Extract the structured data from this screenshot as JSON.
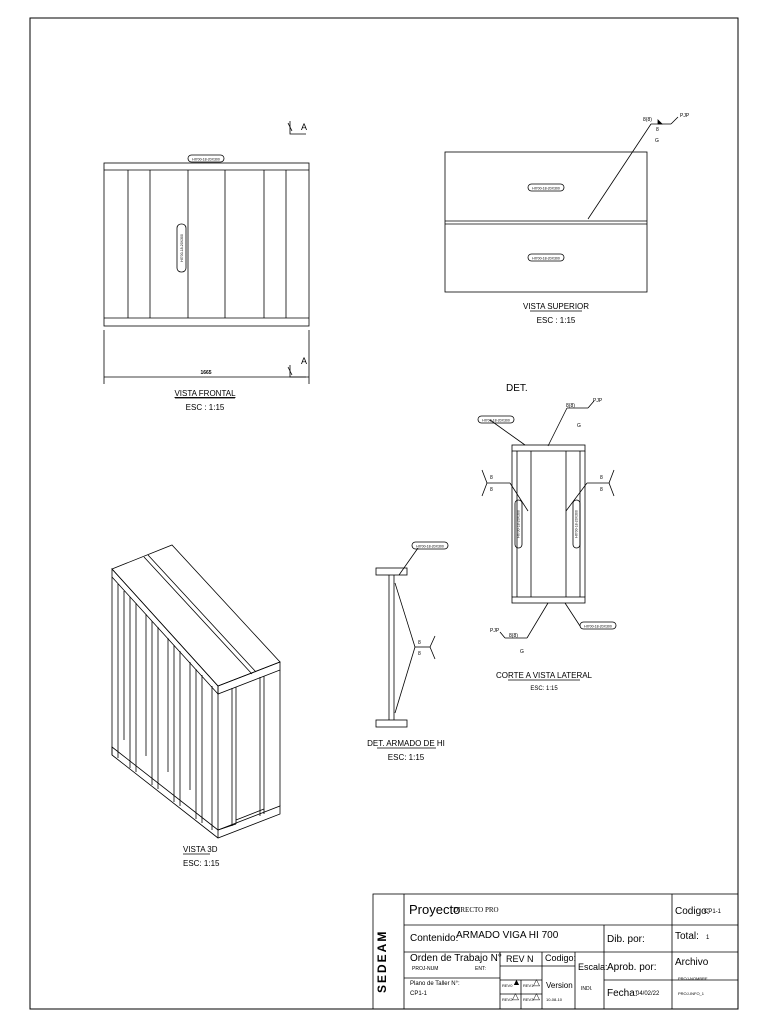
{
  "views": {
    "front": {
      "title": "VISTA FRONTAL",
      "scale": "ESC : 1:15",
      "dimension": "1665",
      "section_marker": "A",
      "tag": "HI700-18-20X300"
    },
    "top": {
      "title": "VISTA SUPERIOR",
      "scale": "ESC : 1:15",
      "tag": "HI700-18-20X300"
    },
    "detail": {
      "label": "DET.",
      "tag": "HI700-18-20X300"
    },
    "lateral": {
      "title": "CORTE A VISTA LATERAL",
      "scale": "ESC: 1:15"
    },
    "beam_detail": {
      "title": "DET. ARMADO DE HI",
      "scale": "ESC: 1:15",
      "tag": "HI700-18-20X300"
    },
    "iso": {
      "title": "VISTA 3D",
      "scale": "ESC: 1:15"
    },
    "weld": {
      "size": "8(8)",
      "type": "PJP",
      "fraction_top": "8",
      "fraction_bottom": "G",
      "side": "8"
    }
  },
  "title_block": {
    "logo": "SEDEAM",
    "proyecto_label": "Proyecto",
    "proyecto_value": "DIRECTO PRO",
    "contenido_label": "Contenido:",
    "contenido_value": "ARMADO VIGA HI 700",
    "orden_label": "Orden de Trabajo N°",
    "orden_value": "PROJ-NUM",
    "ent_label": "ENT:",
    "plano_label": "Plano de Taller N°:",
    "plano_value": "CP1-1",
    "rev_label": "REV N",
    "rev_items": [
      "REV0",
      "REV1",
      "REV2",
      "REV3"
    ],
    "codigo_mid_label": "Codigo:",
    "version_label": "Version",
    "version_value": "10-08-10",
    "escala_label": "Escala:",
    "escala_value": "INDI.",
    "dib_label": "Dib. por:",
    "aprob_label": "Aprob. por:",
    "fecha_label": "Fecha:",
    "fecha_value": "04/02/22",
    "codigo_label": "Codigo:",
    "codigo_value": "CP1-1",
    "total_label": "Total:",
    "total_value": "1",
    "archivo_label": "Archivo",
    "archivo_line1": "PROJ-NOMBRE",
    "archivo_line2": "PROJ-INFO_1"
  }
}
